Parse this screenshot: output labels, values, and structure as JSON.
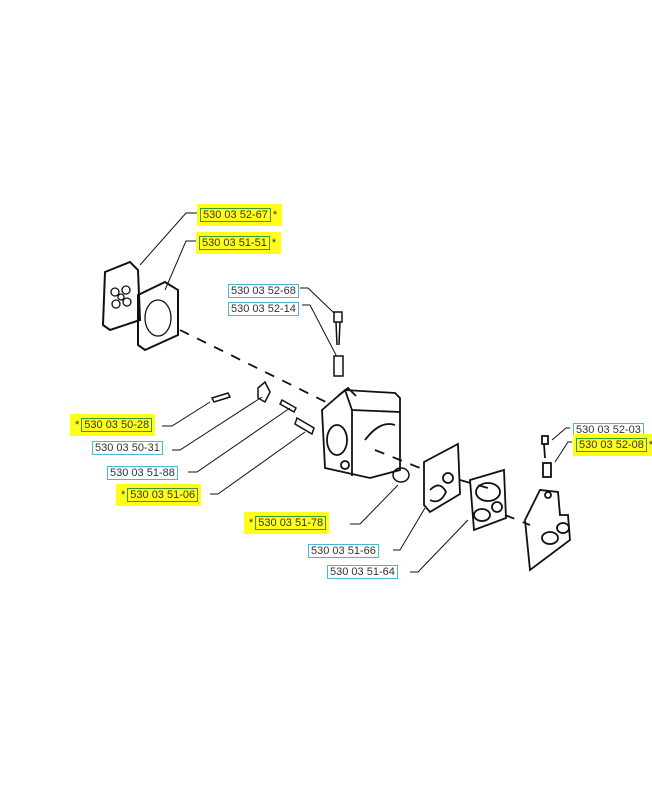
{
  "title": "Carburetor parts diagram",
  "accent_colors": {
    "highlight": "#ffff1a",
    "highlight_box": "#3a9a3a",
    "label_box": "#49b8d6"
  },
  "parts": [
    {
      "id": "p1",
      "number": "530 03 52-67",
      "marked": "*",
      "highlighted": true
    },
    {
      "id": "p2",
      "number": "530 03 51-51",
      "marked": "*",
      "highlighted": true
    },
    {
      "id": "p3",
      "number": "530 03 52-68",
      "marked": "",
      "highlighted": false
    },
    {
      "id": "p4",
      "number": "530 03 52-14",
      "marked": "",
      "highlighted": false
    },
    {
      "id": "p5",
      "number": "530 03 50-28",
      "marked": "*",
      "highlighted": true
    },
    {
      "id": "p6",
      "number": "530 03 50-31",
      "marked": "",
      "highlighted": false
    },
    {
      "id": "p7",
      "number": "530 03 51-88",
      "marked": "",
      "highlighted": false
    },
    {
      "id": "p8",
      "number": "530 03 51-06",
      "marked": "*",
      "highlighted": true
    },
    {
      "id": "p9",
      "number": "530 03 51-78",
      "marked": "*",
      "highlighted": true
    },
    {
      "id": "p10",
      "number": "530 03 51-66",
      "marked": "",
      "highlighted": false
    },
    {
      "id": "p11",
      "number": "530 03 51-64",
      "marked": "",
      "highlighted": false
    },
    {
      "id": "p12",
      "number": "530 03 52-03",
      "marked": "",
      "highlighted": false
    },
    {
      "id": "p13",
      "number": "530 03 52-08",
      "marked": "*",
      "highlighted": true
    }
  ]
}
